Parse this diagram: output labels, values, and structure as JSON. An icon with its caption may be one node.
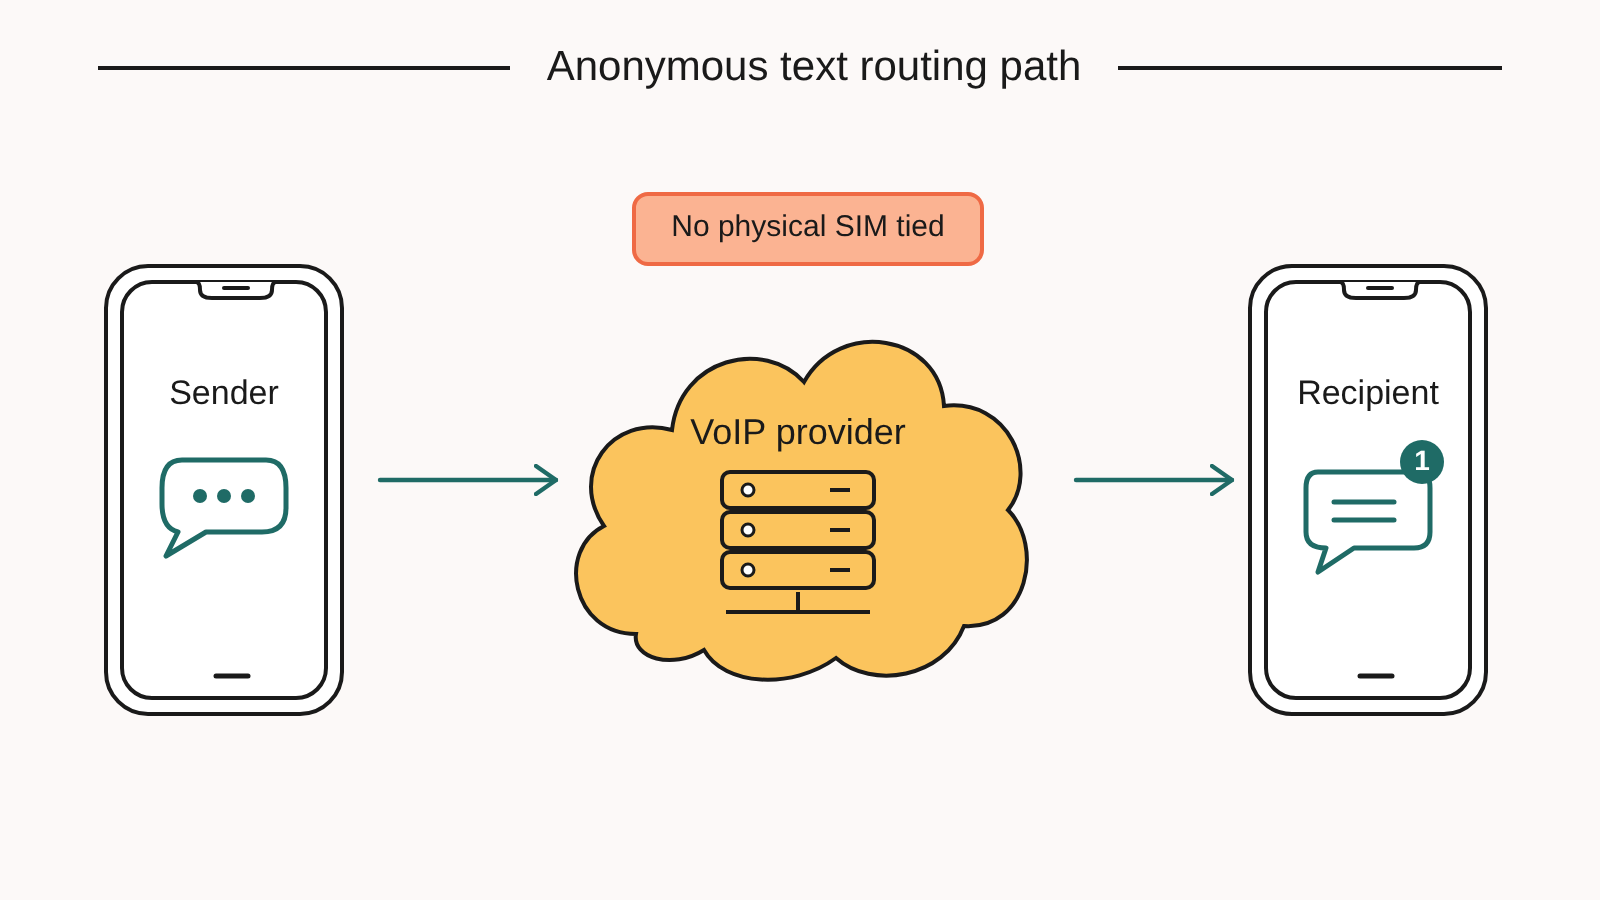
{
  "diagram": {
    "title": "Anonymous text routing path",
    "nodes": [
      {
        "text": [
          "Sender"
        ]
      },
      {
        "text": [
          "VoIP provider"
        ]
      },
      {
        "text": [
          "Recipient"
        ]
      },
      {
        "text": [
          "No physical SIM tied"
        ]
      }
    ],
    "edges": [
      {
        "from": 0,
        "to": 1,
        "arrow": "to"
      },
      {
        "from": 1,
        "to": 2,
        "arrow": "to"
      }
    ],
    "labels": [
      "1"
    ]
  }
}
